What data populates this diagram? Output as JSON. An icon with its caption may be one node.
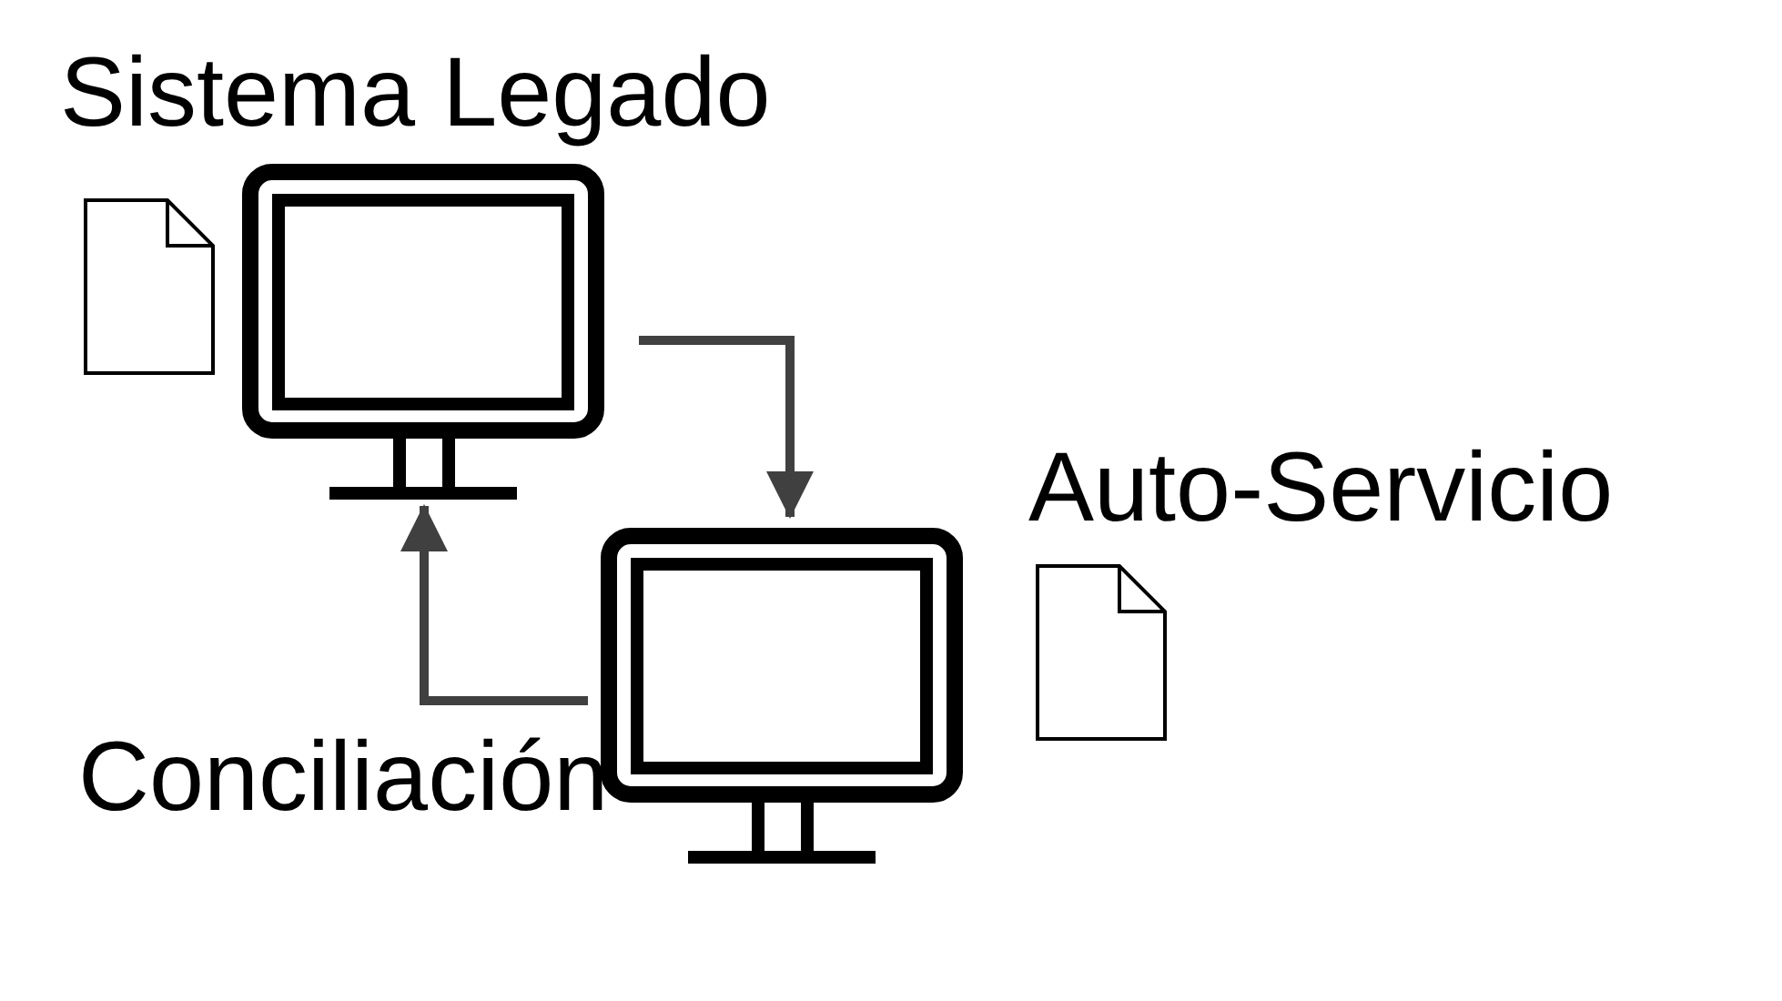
{
  "diagram": {
    "nodes": [
      {
        "text": [
          "Sistema Legado"
        ]
      },
      {
        "text": [
          "Auto-Servicio"
        ]
      }
    ],
    "edges": [
      {
        "from": 0,
        "to": 1,
        "arrow": "to"
      },
      {
        "from": 1,
        "to": 0,
        "arrow": "to"
      }
    ],
    "labels": [
      "Conciliación"
    ]
  }
}
